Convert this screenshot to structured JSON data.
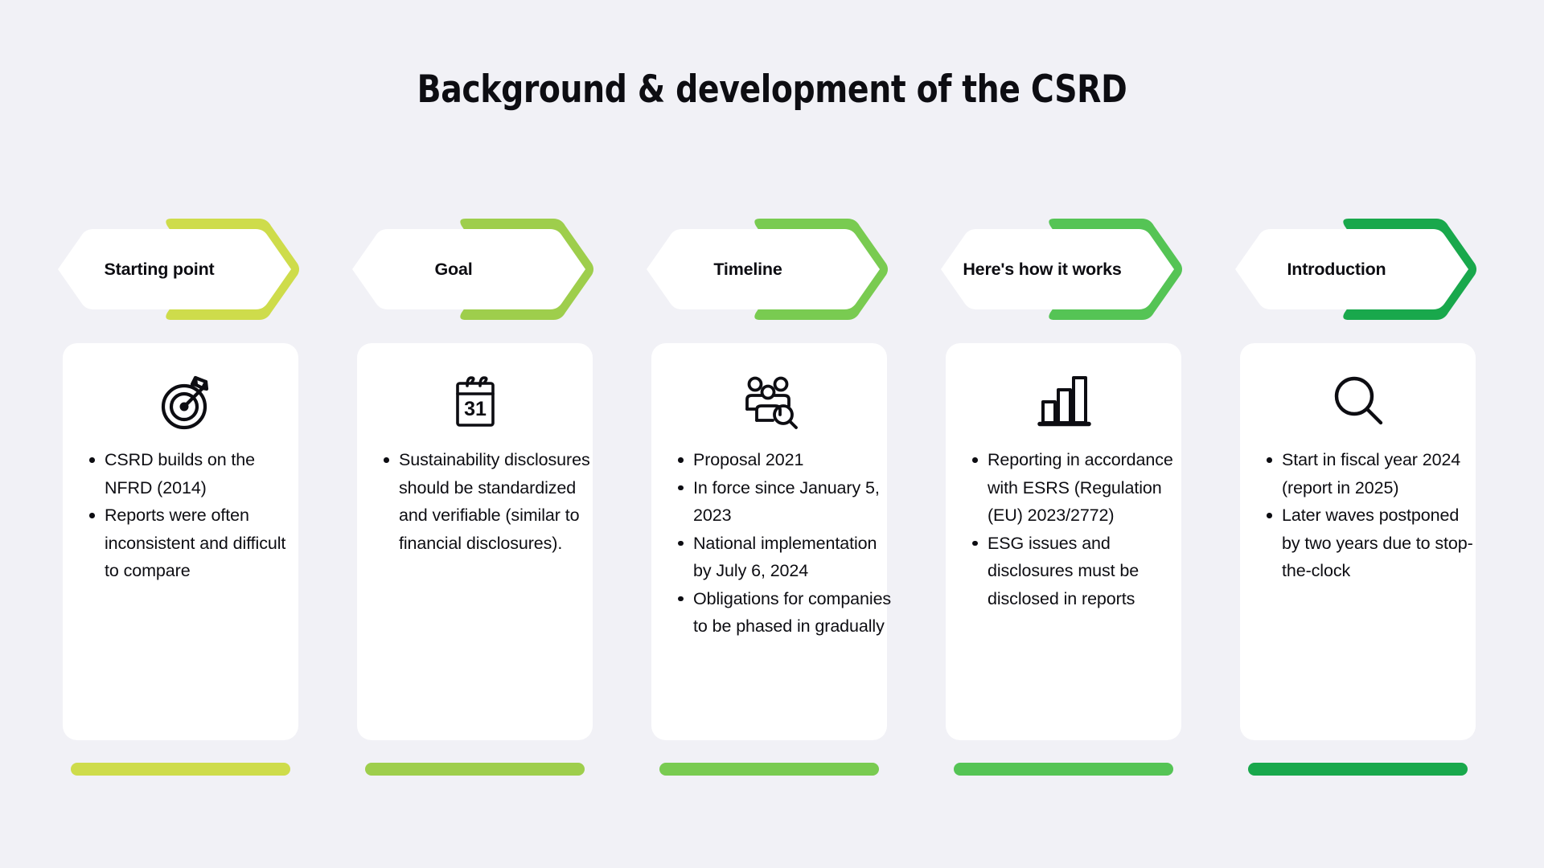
{
  "page": {
    "title": "Background & development of the CSRD",
    "background_color": "#f1f1f6"
  },
  "columns": [
    {
      "banner_label": "Starting point",
      "color": "#cedc4b",
      "icon": "target-arrow-icon",
      "bullets": [
        "CSRD builds on the NFRD (2014)",
        "Reports were often inconsistent and difficult to compare"
      ]
    },
    {
      "banner_label": "Goal",
      "color": "#9ece4c",
      "icon": "calendar-31-icon",
      "bullets": [
        "Sustainability disclosures should be standardized and verifiable (similar to financial disclosures)."
      ]
    },
    {
      "banner_label": "Timeline",
      "color": "#79cb51",
      "icon": "people-search-icon",
      "bullets": [
        "Proposal 2021",
        "In force since January 5, 2023",
        "National implementation by July 6, 2024",
        "Obligations for companies to be phased in gradually"
      ]
    },
    {
      "banner_label": "Here's how it works",
      "color": "#55c455",
      "icon": "bar-chart-icon",
      "bullets": [
        "Reporting in accordance with ESRS (Regulation (EU) 2023/2772)",
        "ESG issues and disclosures must be disclosed in reports"
      ]
    },
    {
      "banner_label": "Introduction",
      "color": "#19a84c",
      "icon": "magnifier-icon",
      "bullets": [
        "Start in fiscal year 2024 (report in 2025)",
        "Later waves postponed by two years due to stop-the-clock"
      ]
    }
  ]
}
